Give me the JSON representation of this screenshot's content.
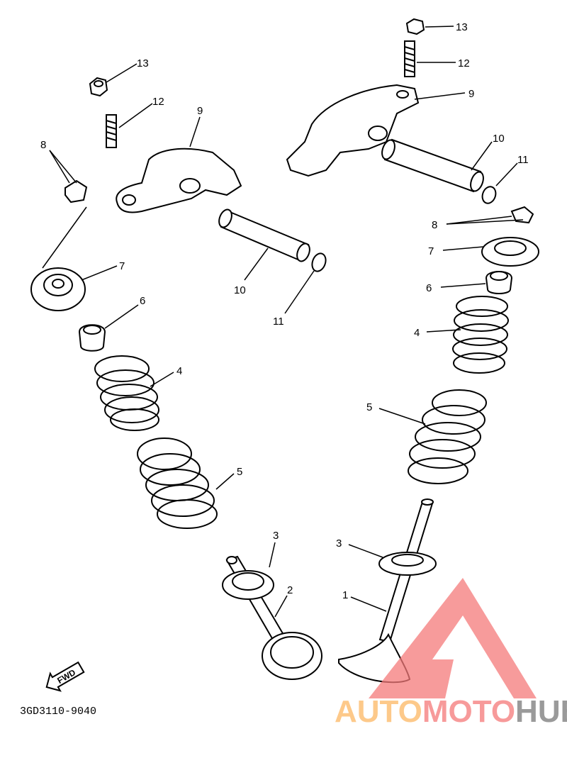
{
  "diagram": {
    "part_code": "3GD3110-9040",
    "fwd_label": "FWD",
    "callouts_left": [
      "13",
      "12",
      "9",
      "8",
      "7",
      "10",
      "11",
      "6",
      "4",
      "5",
      "3",
      "2"
    ],
    "callouts_right": [
      "13",
      "12",
      "9",
      "10",
      "11",
      "8",
      "7",
      "6",
      "4",
      "5",
      "3",
      "1"
    ]
  },
  "watermark": {
    "part1": "AUTO",
    "part2": "MOTO",
    "part3": "HUB",
    "colors": {
      "auto": "#fdc98a",
      "moto": "#f79a9a",
      "hub": "#9a9a9a",
      "logo": "#f47a7a"
    }
  }
}
